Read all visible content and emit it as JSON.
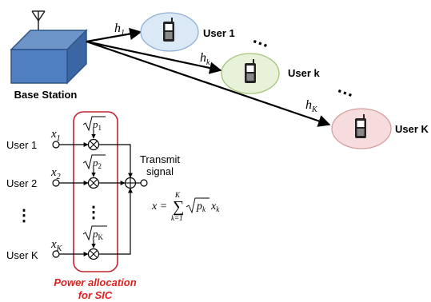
{
  "base_station": {
    "label": "Base Station"
  },
  "channels": [
    {
      "symbol": "h",
      "sub": "1"
    },
    {
      "symbol": "h",
      "sub": "k"
    },
    {
      "symbol": "h",
      "sub": "K"
    }
  ],
  "users": [
    {
      "label": "User 1",
      "color": "#dbe8f6",
      "stroke": "#8fb0d8"
    },
    {
      "label": "User k",
      "color": "#e8f2d8",
      "stroke": "#a6c67a"
    },
    {
      "label": "User K",
      "color": "#f6dcdc",
      "stroke": "#d7a0a0"
    }
  ],
  "ellipsis": "…",
  "vertical_ellipsis": "⋮",
  "sic": {
    "rows": [
      {
        "label": "User 1",
        "x_sub": "1",
        "p_sub": "1"
      },
      {
        "label": "User 2",
        "x_sub": "2",
        "p_sub": "2"
      },
      {
        "label": "User K",
        "x_sub": "K",
        "p_sub": "K"
      }
    ],
    "transmit_label_line1": "Transmit",
    "transmit_label_line2": "signal",
    "formula": {
      "lhs": "x =",
      "sum_upper": "K",
      "sum_lower": "k=1",
      "p_var": "p",
      "p_sub": "k",
      "x_var": "x",
      "x_sub": "k"
    },
    "power_allocation_line1": "Power allocation",
    "power_allocation_line2": "for SIC",
    "accent_color": "#e02020",
    "box_color": "#c0262e"
  }
}
